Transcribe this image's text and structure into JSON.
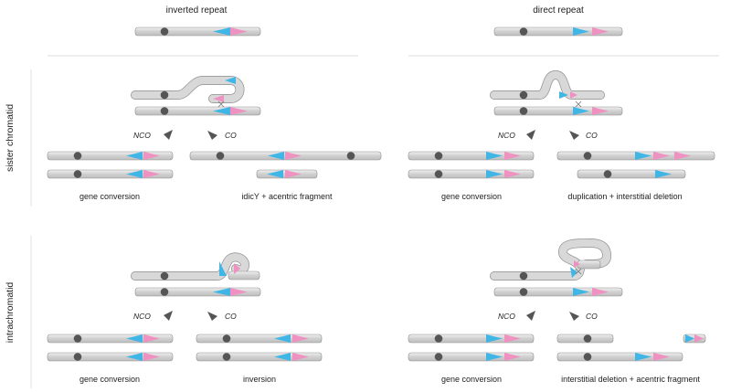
{
  "headers": {
    "left": "inverted repeat",
    "right": "direct repeat"
  },
  "row_labels": {
    "top": "sister chromatid",
    "bottom": "intrachromatid"
  },
  "pathways": {
    "nco": "NCO",
    "co": "CO"
  },
  "outcomes": {
    "sister_inverted_nco": "gene conversion",
    "sister_inverted_co": "idicY + acentric fragment",
    "sister_direct_nco": "gene conversion",
    "sister_direct_co": "duplication + interstitial deletion",
    "intra_inverted_nco": "gene conversion",
    "intra_inverted_co": "inversion",
    "intra_direct_nco": "gene conversion",
    "intra_direct_co": "interstitial deletion + acentric fragment"
  },
  "colors": {
    "chromatid": "#d6d6d6",
    "chromatid_outline": "#8f8f8f",
    "centromere": "#555555",
    "repeat_blue": "#3fb6e6",
    "repeat_pink": "#ef92c1",
    "arrowhead": "#555555",
    "rule": "#dcdcdc"
  }
}
